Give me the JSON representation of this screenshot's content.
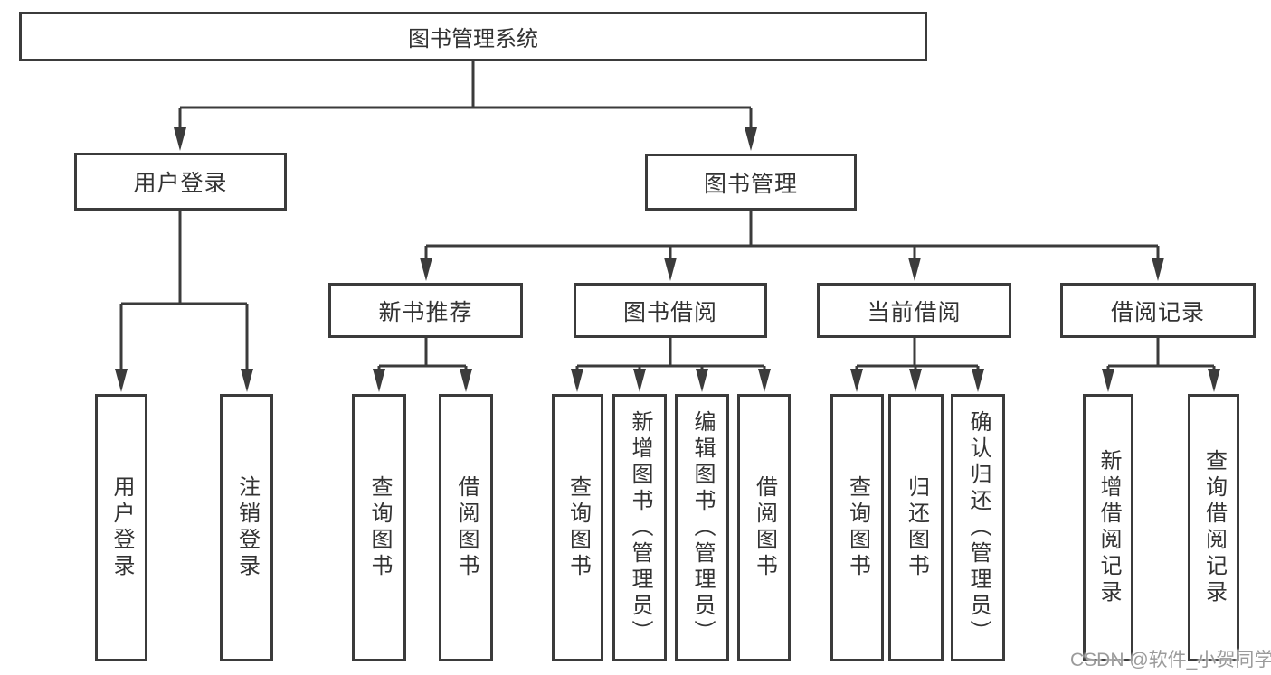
{
  "nodes": {
    "root": {
      "label": "图书管理系统"
    },
    "user_login": {
      "label": "用户登录"
    },
    "book_management": {
      "label": "图书管理"
    },
    "new_book_recommend": {
      "label": "新书推荐"
    },
    "book_borrow": {
      "label": "图书借阅"
    },
    "current_borrow": {
      "label": "当前借阅"
    },
    "borrow_records": {
      "label": "借阅记录"
    },
    "leaves": {
      "user_login": "用户登录",
      "logout": "注销登录",
      "recommend_query_books": "查询图书",
      "recommend_borrow_books": "借阅图书",
      "borrow_query_books": "查询图书",
      "add_book_admin": "新增图书（管理员）",
      "edit_book_admin": "编辑图书（管理员）",
      "borrow_borrow_books": "借阅图书",
      "current_query_books": "查询图书",
      "return_books": "归还图书",
      "confirm_return_admin": "确认归还（管理员）",
      "add_borrow_record": "新增借阅记录",
      "query_borrow_record": "查询借阅记录"
    }
  },
  "watermark": "CSDN @软件_小贺同学",
  "colors": {
    "line": "#3b3b3b",
    "text": "#333333",
    "bg": "#ffffff",
    "wm": "#9b9b9b"
  }
}
